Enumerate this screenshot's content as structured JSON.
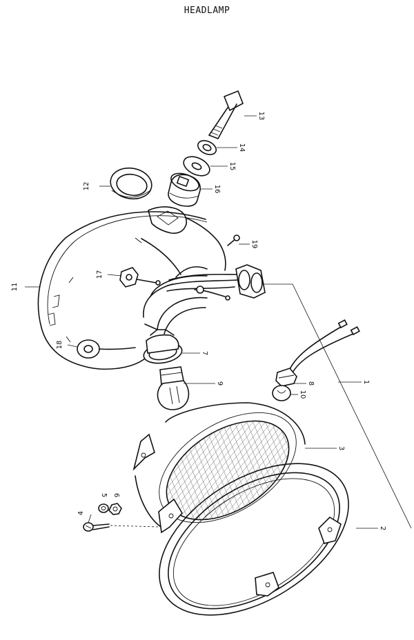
{
  "title": "HEADLAMP",
  "callouts": [
    {
      "id": "c1",
      "text": "1"
    },
    {
      "id": "c2",
      "text": "2"
    },
    {
      "id": "c3",
      "text": "3"
    },
    {
      "id": "c4",
      "text": "4"
    },
    {
      "id": "c5",
      "text": "5"
    },
    {
      "id": "c6",
      "text": "6"
    },
    {
      "id": "c7",
      "text": "7"
    },
    {
      "id": "c8",
      "text": "8"
    },
    {
      "id": "c9",
      "text": "9"
    },
    {
      "id": "c10",
      "text": "10"
    },
    {
      "id": "c11",
      "text": "11"
    },
    {
      "id": "c12",
      "text": "12"
    },
    {
      "id": "c13",
      "text": "13"
    },
    {
      "id": "c14",
      "text": "14"
    },
    {
      "id": "c15",
      "text": "15"
    },
    {
      "id": "c16",
      "text": "16"
    },
    {
      "id": "c17",
      "text": "17"
    },
    {
      "id": "c18",
      "text": "18"
    },
    {
      "id": "c19",
      "text": "19"
    }
  ]
}
